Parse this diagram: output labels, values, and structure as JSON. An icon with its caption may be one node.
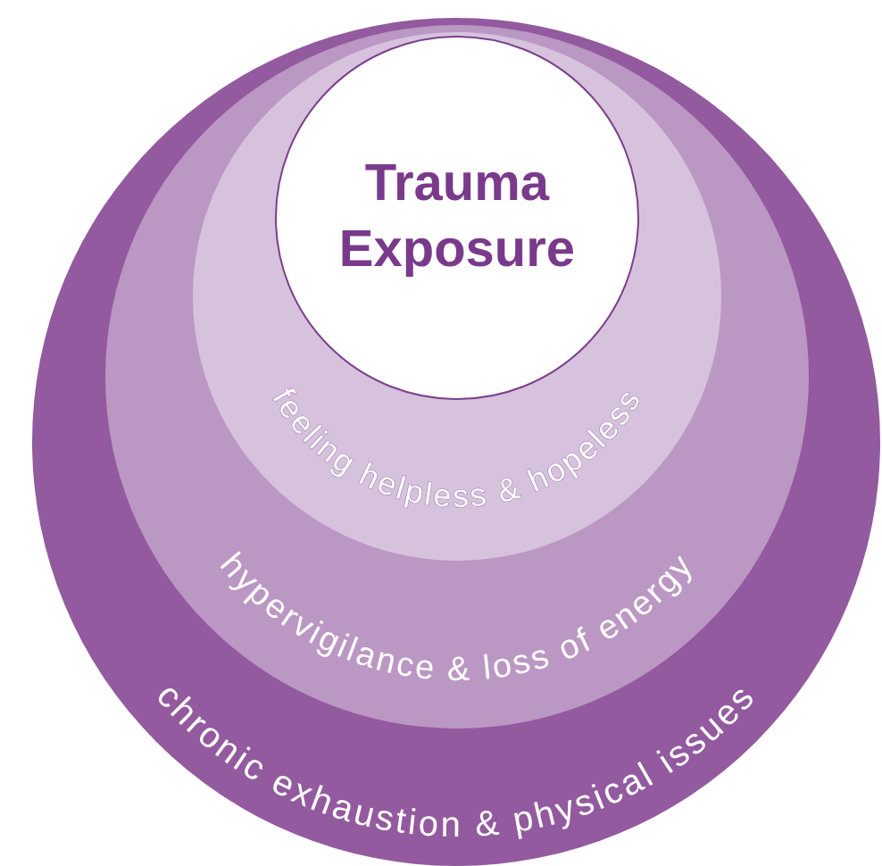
{
  "diagram": {
    "nodes": [
      {
        "text": [
          "chronic exhaustion & physical issues"
        ]
      },
      {
        "text": [
          "hypervigilance & loss of energy"
        ],
        "in": 0
      },
      {
        "text": [
          "feeling helpless & hopeless"
        ],
        "in": 1
      },
      {
        "text": [
          "Trauma Exposure"
        ],
        "in": 2
      }
    ]
  }
}
